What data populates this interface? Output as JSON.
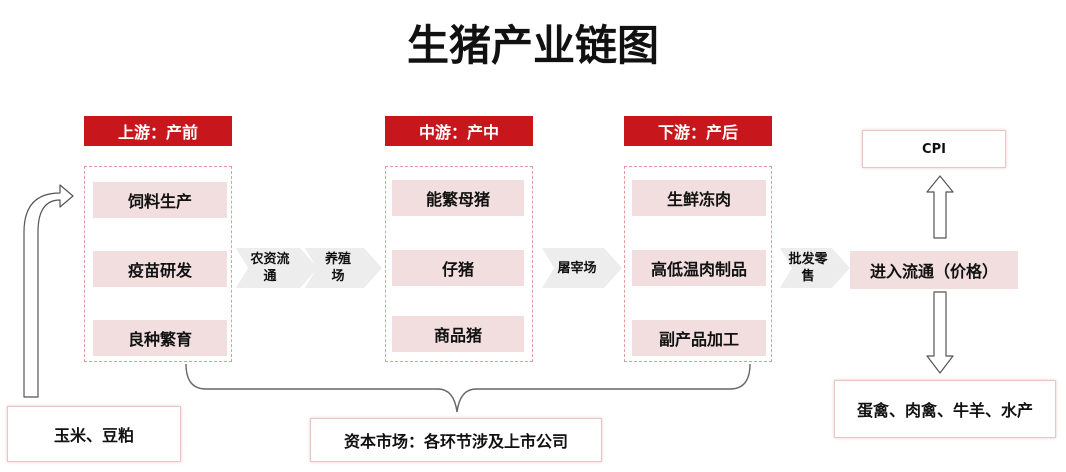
{
  "title": "生猪产业链图",
  "stages": {
    "upstream": {
      "header": "上游：产前",
      "items": [
        "饲料生产",
        "疫苗研发",
        "良种繁育"
      ]
    },
    "midstream": {
      "header": "中游：产中",
      "items": [
        "能繁母猪",
        "仔猪",
        "商品猪"
      ]
    },
    "downstream": {
      "header": "下游：产后",
      "items": [
        "生鲜冻肉",
        "高低温肉制品",
        "副产品加工"
      ]
    }
  },
  "flows": {
    "circulation": "农资流通",
    "breeding": "养殖场",
    "slaughter": "屠宰场",
    "retail": "批发零售"
  },
  "circulation_box": "进入流通（价格）",
  "cpi": "CPI",
  "substitutes": "蛋禽、肉禽、牛羊、水产",
  "raw_materials": "玉米、豆粕",
  "capital_market": "资本市场：各环节涉及上市公司",
  "colors": {
    "header_red": "#c8161d",
    "item_pink": "#f2dede",
    "dashed_border": "#e69a9a",
    "chevron": "#ededed"
  }
}
